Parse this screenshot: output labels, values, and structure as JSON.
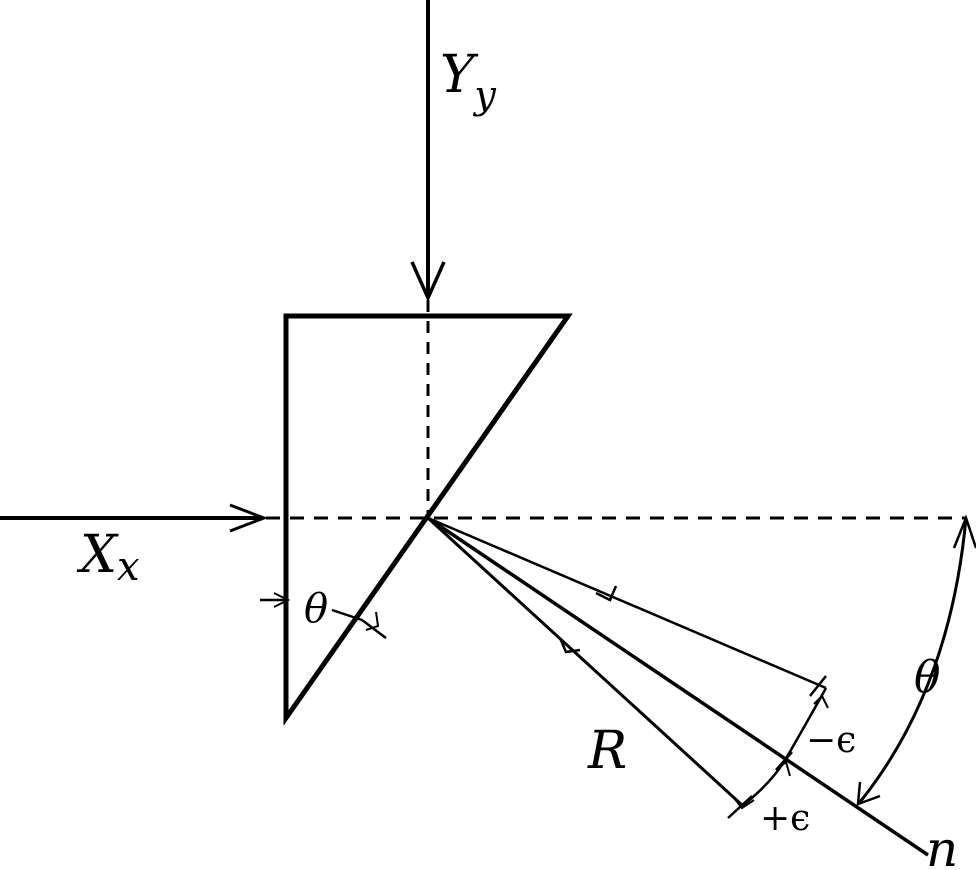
{
  "labels": {
    "yy_main": "Y",
    "yy_sub": "y",
    "xx_main": "X",
    "xx_sub": "x",
    "theta_small": "θ",
    "theta_large": "θ",
    "r": "R",
    "minus_eps": "−ϵ",
    "plus_eps": "+ϵ",
    "n": "n"
  },
  "colors": {
    "ink": "#000000",
    "paper": "#ffffff"
  }
}
